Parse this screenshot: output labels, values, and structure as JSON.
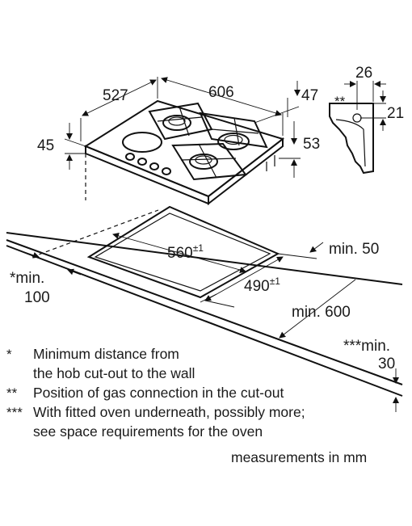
{
  "dimensions": {
    "d527": "527",
    "d606": "606",
    "d47": "47",
    "d45": "45",
    "d53": "53",
    "d26": "26",
    "d21": "21",
    "gas_mark": "**",
    "cutout_width": "560",
    "cutout_width_tol": "±1",
    "cutout_depth": "490",
    "cutout_depth_tol": "±1",
    "min50": "min. 50",
    "min600": "min. 600",
    "min_wall_line1": "*min.",
    "min_wall_line2": "100",
    "min_oven_line1": "***min.",
    "min_oven_line2": "30"
  },
  "notes": [
    {
      "symbol": "*",
      "line1": "Minimum distance from",
      "line2": "the hob cut-out to the wall"
    },
    {
      "symbol": "**",
      "line1": "Position of gas connection in the cut-out",
      "line2": ""
    },
    {
      "symbol": "***",
      "line1": "With fitted oven underneath, possibly more;",
      "line2": "see space requirements for the oven"
    }
  ],
  "units_note": "measurements in mm"
}
